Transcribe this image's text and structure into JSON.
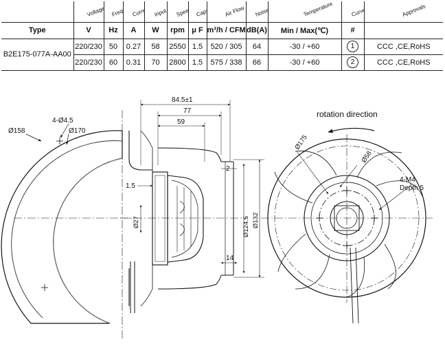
{
  "table": {
    "headers": {
      "voltage": "Voltage",
      "frequency": "Frequency",
      "current": "Current",
      "input_power": "Input Power",
      "speed": "Speed",
      "capacitor": "Capacitor",
      "air_flow": "Air Flow",
      "noise": "Noise",
      "temperature": "Temperature",
      "curve_no": "Curve No.",
      "approvals": "Approvals"
    },
    "units": {
      "type": "Type",
      "voltage": "V",
      "frequency": "Hz",
      "current": "A",
      "power": "W",
      "speed": "rpm",
      "capacitor": "μ F",
      "air_flow": "m³/h / CFM",
      "noise": "dB(A)",
      "temperature": "Min / Max(℃)",
      "curve_no": "#"
    },
    "model": "B2E175-077A-AA00",
    "rows": [
      {
        "voltage": "220/230",
        "frequency": "50",
        "current": "0.27",
        "power": "58",
        "speed": "2550",
        "capacitor": "1.5",
        "air_flow": "520 / 305",
        "noise": "64",
        "temperature": "-30 / +60",
        "curve": "1",
        "approvals": "CCC ,CE,RoHS"
      },
      {
        "voltage": "220/230",
        "frequency": "60",
        "current": "0.31",
        "power": "70",
        "speed": "2800",
        "capacitor": "1.5",
        "air_flow": "575 / 338",
        "noise": "66",
        "temperature": "-30 / +60",
        "curve": "2",
        "approvals": "CCC ,CE,RoHS"
      }
    ]
  },
  "drawing": {
    "left_view": {
      "dia_outer": "Ø158",
      "holes": "4-Ø4.5",
      "dia_pitch": "Ø170"
    },
    "side_view": {
      "overall_length": "84.5±1",
      "length_77": "77",
      "length_59": "59",
      "flange_offset": "1.5",
      "gap_2": "2",
      "dia_hub": "Ø27",
      "dia_124": "Ø124.5",
      "dia_132": "Ø132",
      "depth_14": "14"
    },
    "front_view": {
      "rotation_label": "rotation direction",
      "dia_175": "Ø175",
      "dia_58": "Ø58",
      "thread": "4-M4",
      "depth": "Depth 5"
    }
  }
}
